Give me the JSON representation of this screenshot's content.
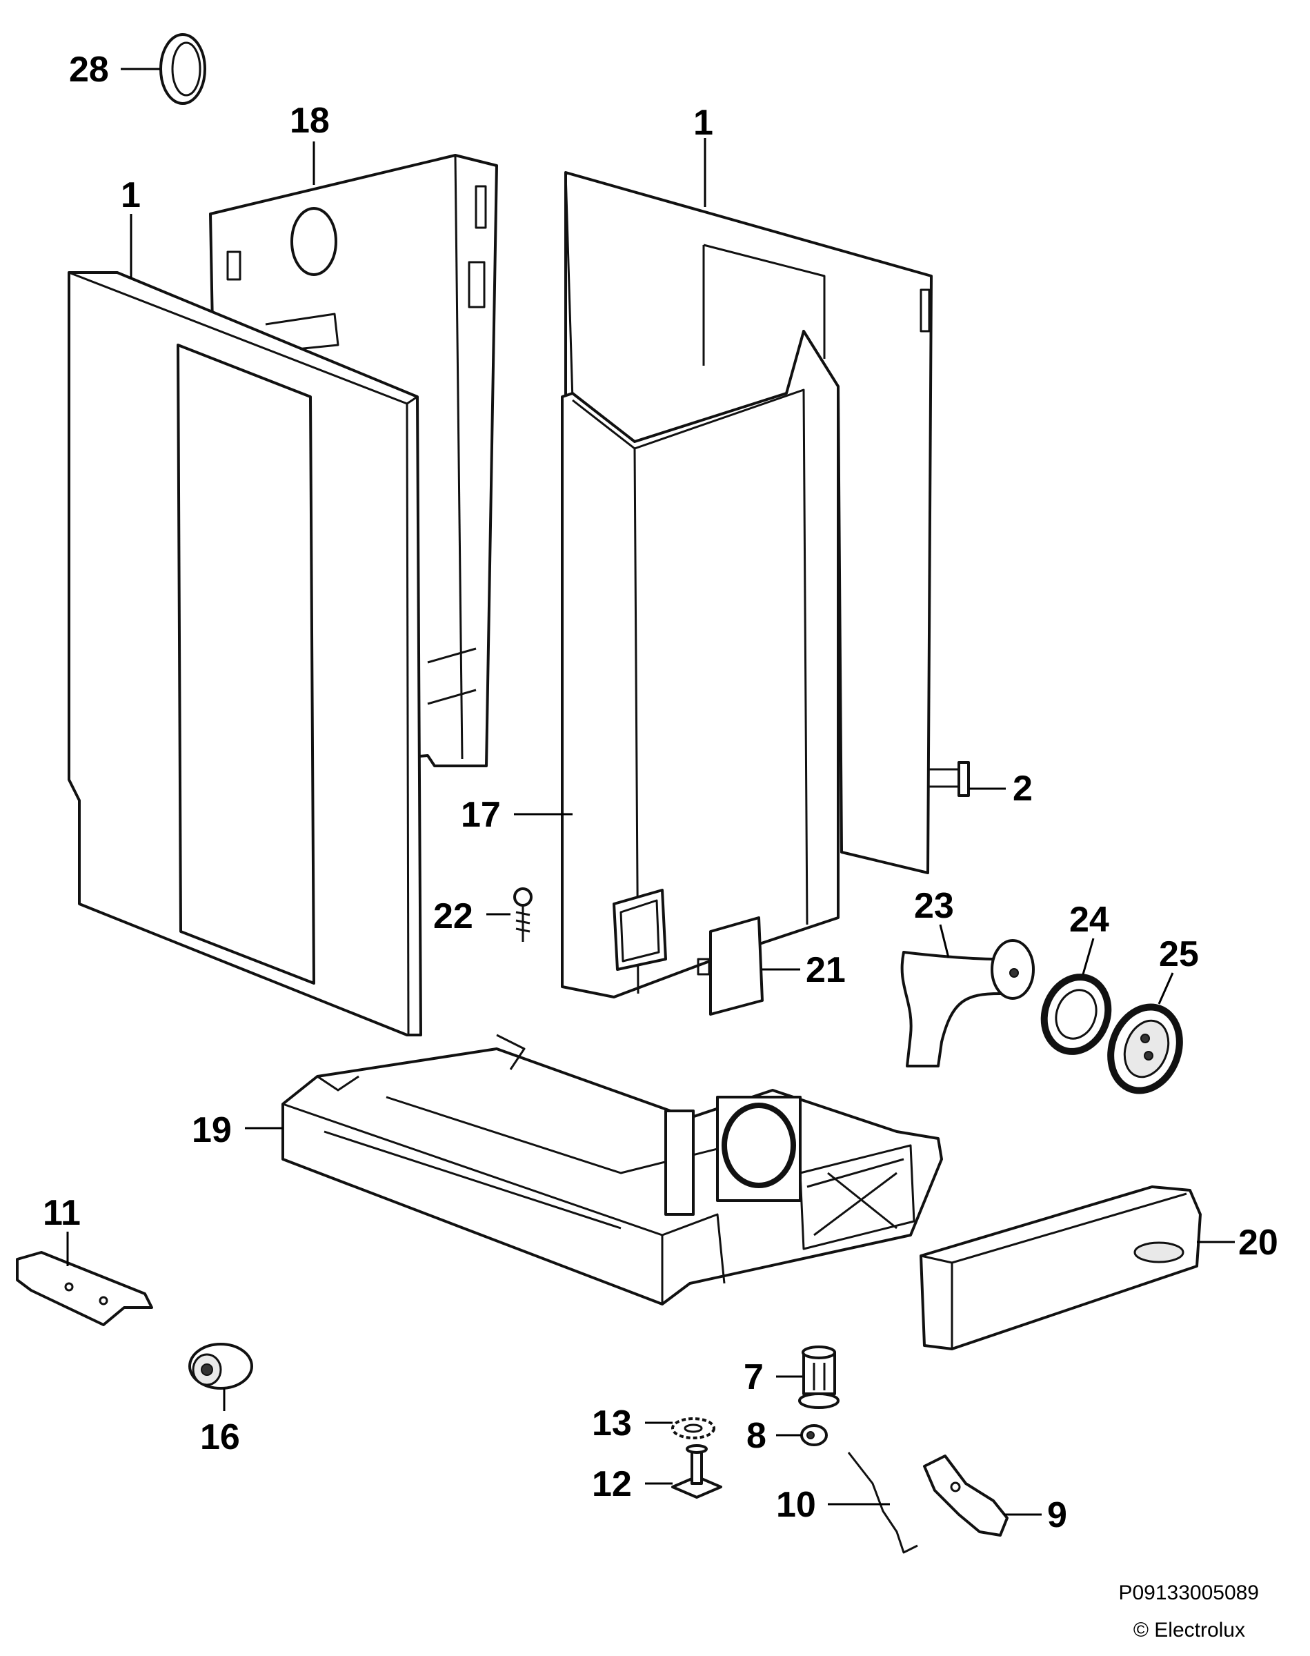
{
  "callouts": [
    {
      "id": "p28",
      "label": "28"
    },
    {
      "id": "p18",
      "label": "18"
    },
    {
      "id": "p1-left",
      "label": "1"
    },
    {
      "id": "p1-right",
      "label": "1"
    },
    {
      "id": "p2",
      "label": "2"
    },
    {
      "id": "p17",
      "label": "17"
    },
    {
      "id": "p22",
      "label": "22"
    },
    {
      "id": "p21",
      "label": "21"
    },
    {
      "id": "p23",
      "label": "23"
    },
    {
      "id": "p24",
      "label": "24"
    },
    {
      "id": "p25",
      "label": "25"
    },
    {
      "id": "p19",
      "label": "19"
    },
    {
      "id": "p20",
      "label": "20"
    },
    {
      "id": "p11",
      "label": "11"
    },
    {
      "id": "p16",
      "label": "16"
    },
    {
      "id": "p7",
      "label": "7"
    },
    {
      "id": "p13",
      "label": "13"
    },
    {
      "id": "p8",
      "label": "8"
    },
    {
      "id": "p12",
      "label": "12"
    },
    {
      "id": "p10",
      "label": "10"
    },
    {
      "id": "p9",
      "label": "9"
    }
  ],
  "footer": {
    "drawing_code": "P09133005089",
    "copyright": "© Electrolux"
  }
}
